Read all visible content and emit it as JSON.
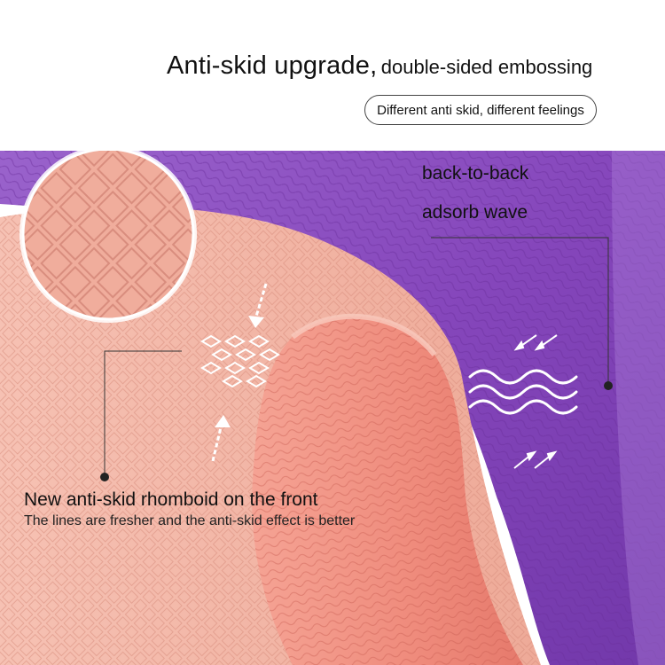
{
  "headline": {
    "main": "Anti-skid upgrade,",
    "secondary": "double-sided embossing"
  },
  "pill_text": "Different anti skid, different feelings",
  "right_callout": {
    "line1": "back-to-back",
    "line2": "adsorb wave"
  },
  "front_callout": {
    "title": "New anti-skid rhomboid on the front",
    "subtitle": "The lines are fresher and the anti-skid effect is better"
  },
  "colors": {
    "purple_mat": "#8a4fc0",
    "pink_mat": "#f2b3a4",
    "pink_inner": "#f08f80"
  }
}
